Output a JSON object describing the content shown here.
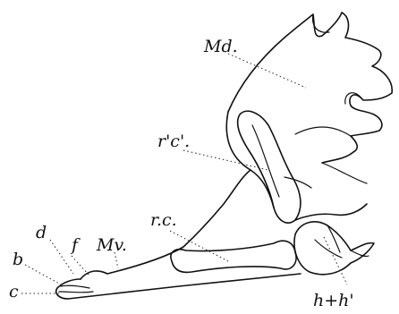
{
  "labels": {
    "md": "Md.",
    "rc_prime": "r'c'.",
    "rc": "r.c.",
    "mv": "Mv.",
    "f": "f",
    "d": "d",
    "b": "b",
    "c": "c",
    "h": "h+h'"
  }
}
